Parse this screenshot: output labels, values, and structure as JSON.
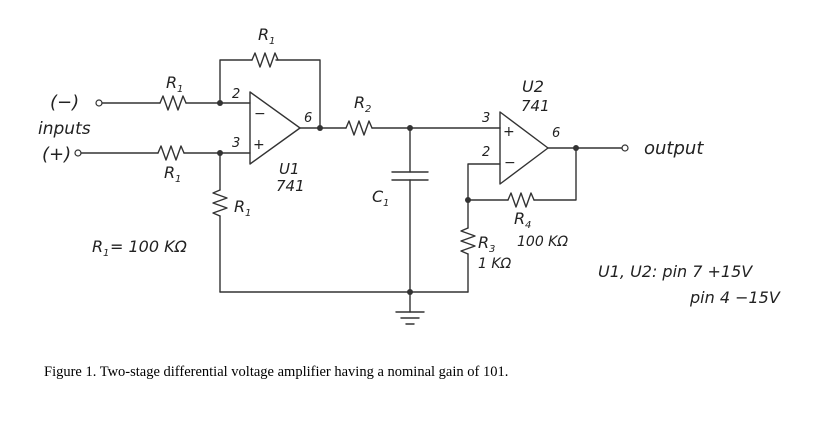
{
  "labels": {
    "input_minus": "(−)",
    "inputs": "inputs",
    "input_plus": "(+)",
    "r1_feedback": "R",
    "r1_feedback_sub": "1",
    "r1_in_minus": "R",
    "r1_in_minus_sub": "1",
    "r1_in_plus": "R",
    "r1_in_plus_sub": "1",
    "r1_ground": "R",
    "r1_ground_sub": "1",
    "r1_value": "R",
    "r1_value_sub": "1",
    "r1_value_eq": "= 100 KΩ",
    "r2": "R",
    "r2_sub": "2",
    "c1": "C",
    "c1_sub": "1",
    "r3": "R",
    "r3_sub": "3",
    "r3_value": "1 KΩ",
    "r4": "R",
    "r4_sub": "4",
    "r4_value": "100 KΩ",
    "output": "output",
    "u1_pin2": "2",
    "u1_pin3": "3",
    "u1_pin6": "6",
    "u1_minus": "−",
    "u1_plus": "+",
    "u1_name": "U1",
    "u1_part": "741",
    "u2_pin3": "3",
    "u2_pin2": "2",
    "u2_pin6": "6",
    "u2_plus": "+",
    "u2_minus": "−",
    "u2_name": "U2",
    "u2_part": "741",
    "power_line1": "U1, U2:  pin 7  +15V",
    "power_line2": "pin 4  −15V"
  },
  "caption": "Figure 1. Two-stage differential voltage amplifier having a nominal gain of 101."
}
